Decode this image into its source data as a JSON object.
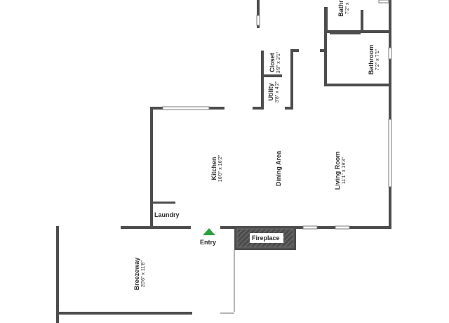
{
  "rooms": {
    "bathroom_top": {
      "name": "Bathr",
      "dim": "7'2\" x"
    },
    "bathroom": {
      "name": "Bathroom",
      "dim": "7'2\" x 7'1\""
    },
    "closet": {
      "name": "Closet",
      "dim": "3'8\" x 3'1\""
    },
    "utility": {
      "name": "Utility",
      "dim": "3'8\" x 4'2\""
    },
    "kitchen": {
      "name": "Kitchen",
      "dim": "16'0\" x 16'2\""
    },
    "dining": {
      "name": "Dining Area"
    },
    "living": {
      "name": "Living Room",
      "dim": "11'1\" x 19'3\""
    },
    "breezeway": {
      "name": "Breezeway",
      "dim": "20'6\" x 11'8\""
    }
  },
  "labels": {
    "laundry": "Laundry",
    "entry": "Entry",
    "fireplace": "Fireplace"
  },
  "colors": {
    "wall": "#4d4d4d",
    "entry_marker": "#2e9e3f",
    "fireplace_hatch": "#9a9a9a"
  }
}
